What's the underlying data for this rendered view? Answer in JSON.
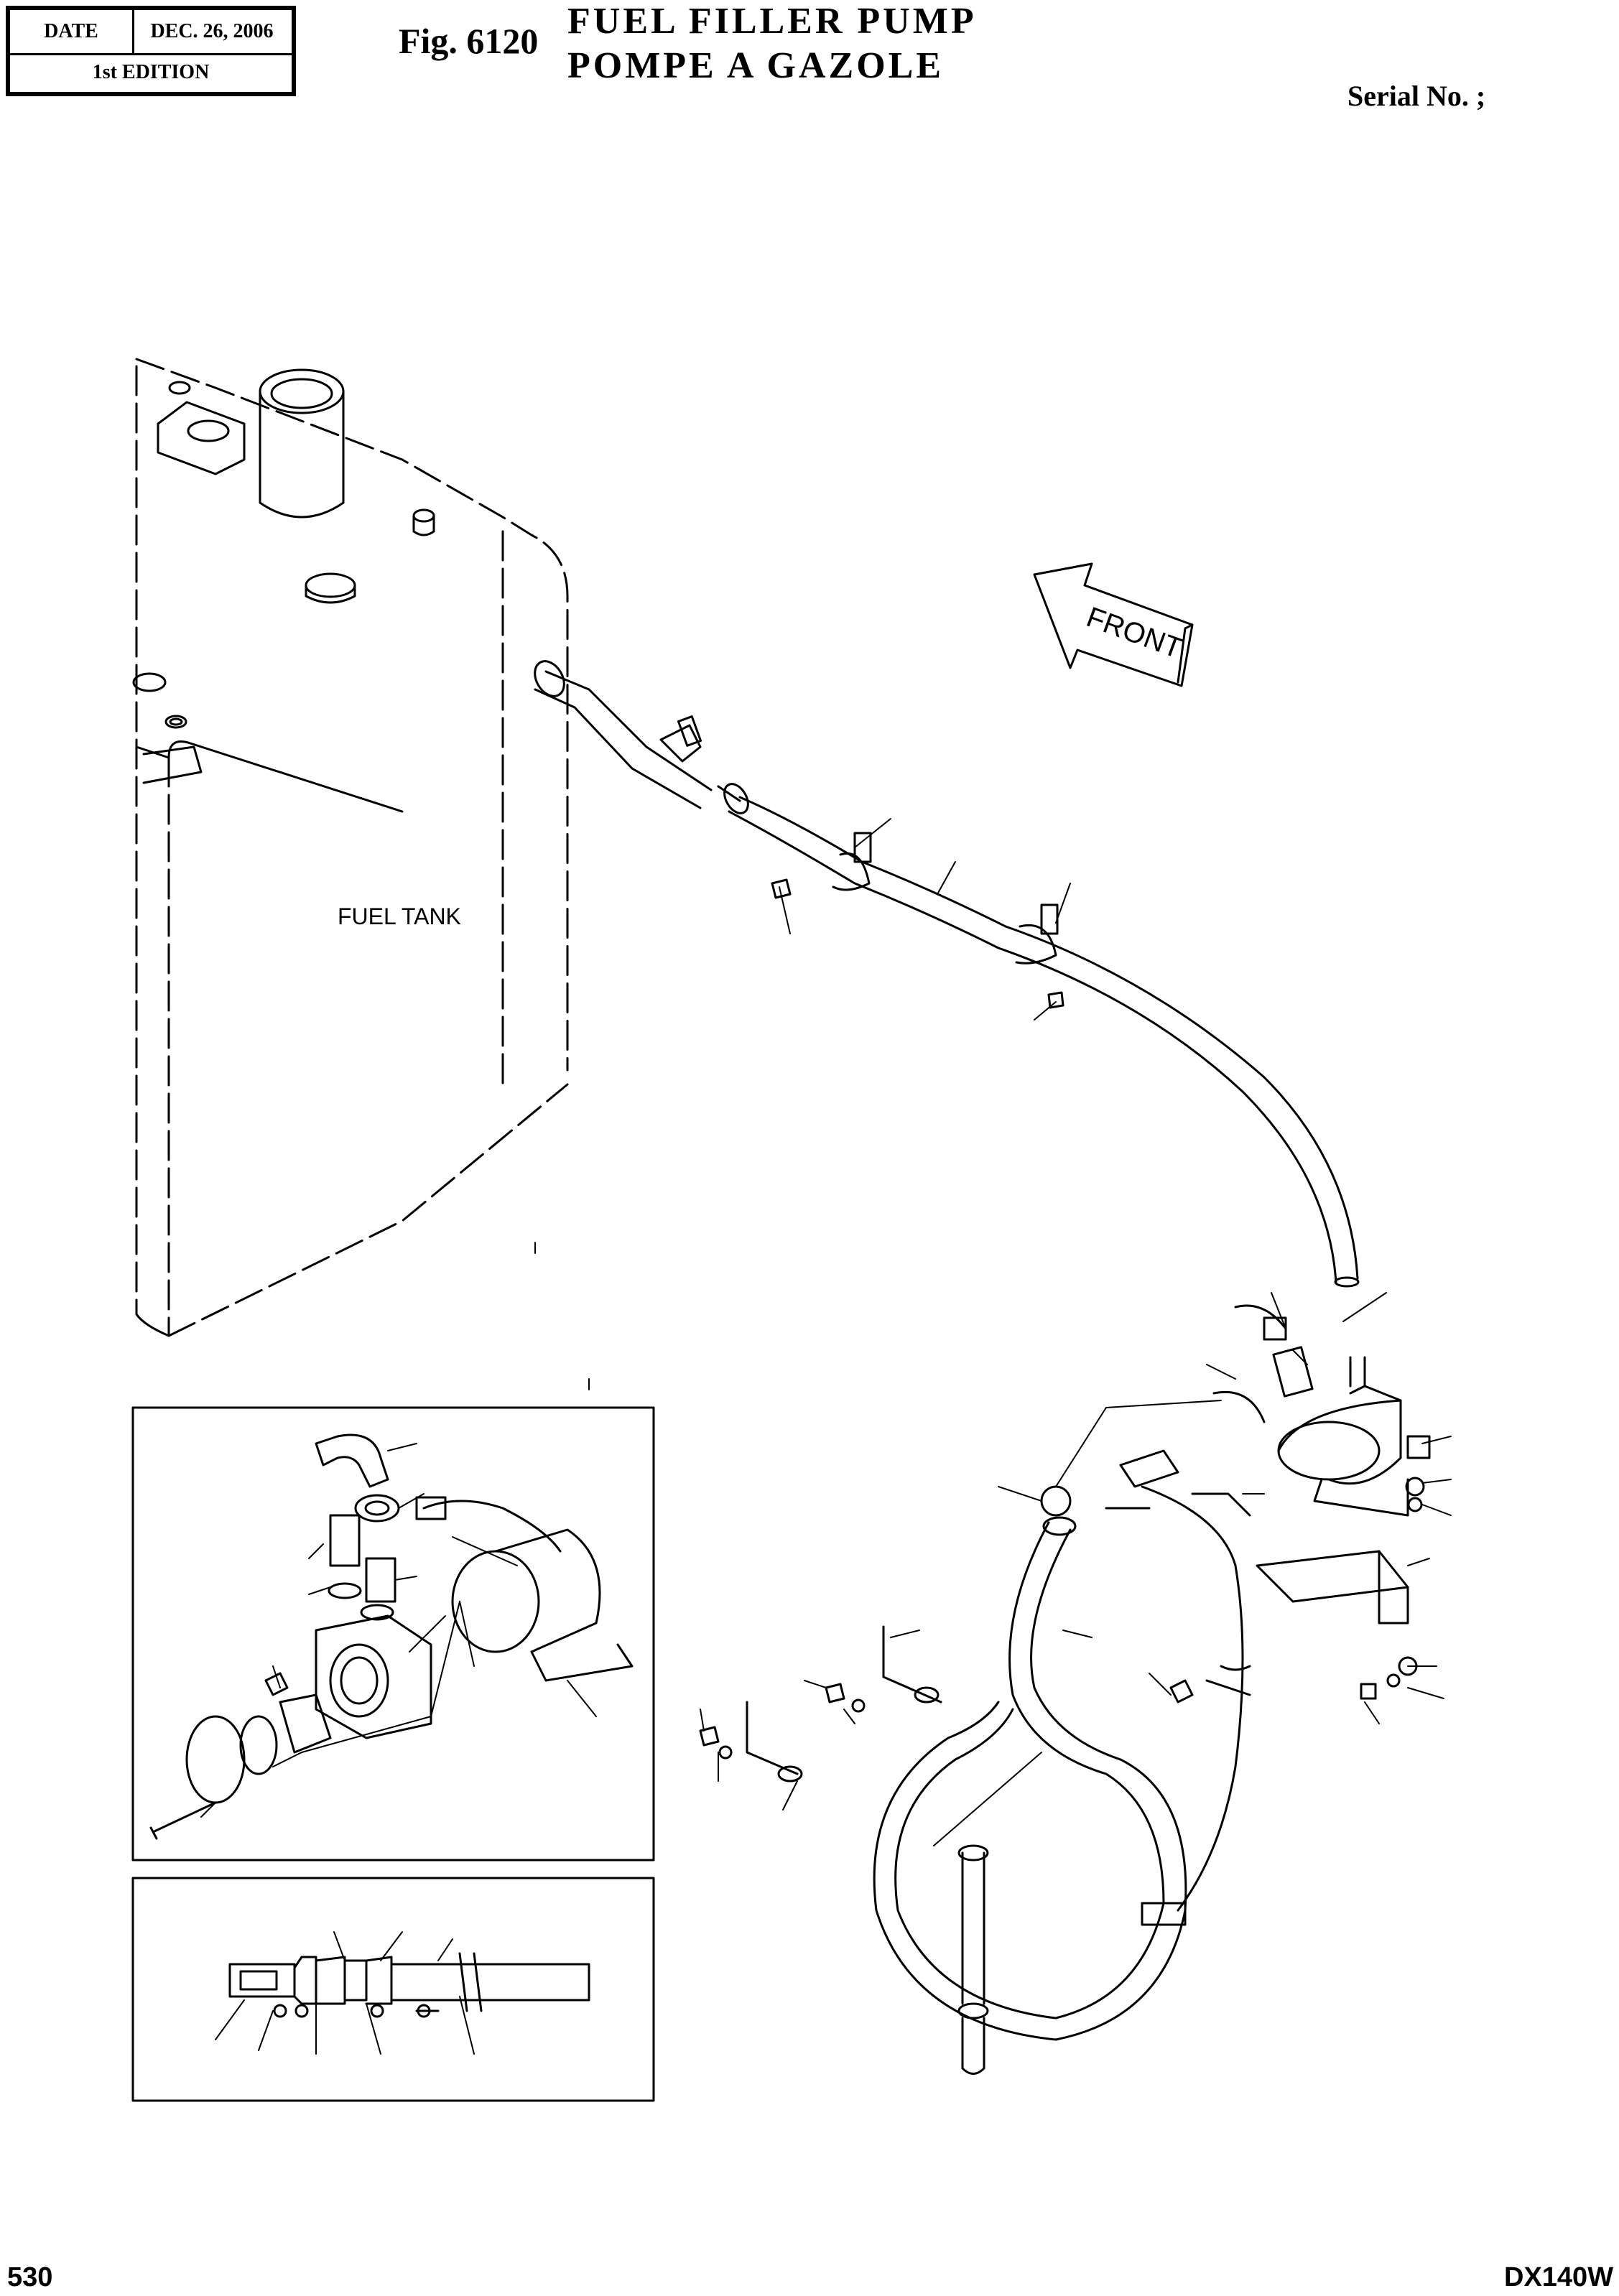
{
  "header": {
    "date_label": "DATE",
    "date_value": "DEC. 26, 2006",
    "edition": "1st EDITION"
  },
  "figure": {
    "number": "Fig. 6120",
    "title_en": "FUEL FILLER PUMP",
    "title_fr": "POMPE A GAZOLE",
    "serial": "Serial No. ;"
  },
  "diagram": {
    "tank_label": "FUEL TANK",
    "front_label": "FRONT"
  },
  "footer": {
    "page": "530",
    "model": "DX140W"
  }
}
